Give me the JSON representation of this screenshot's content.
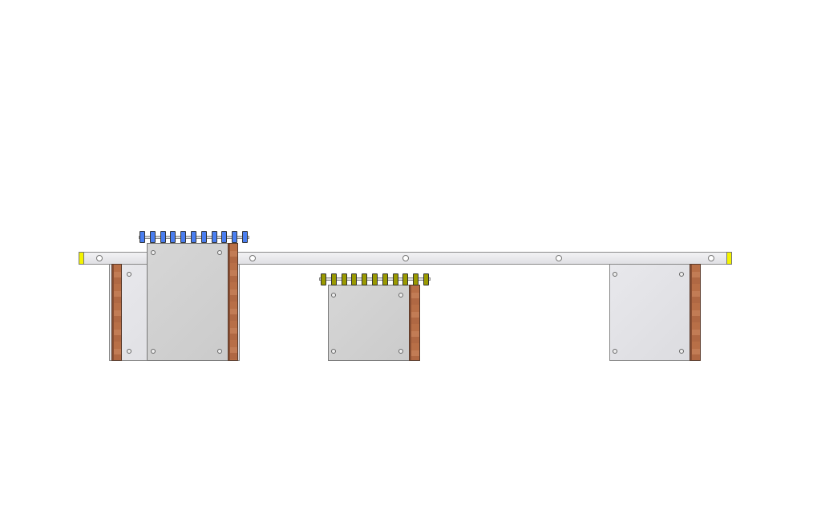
{
  "colors": {
    "beam": "#e6e6ea",
    "end_cap": "#f4f400",
    "blue_rollers": "#4a7ef0",
    "olive_rollers": "#9a9a00",
    "wood": "#b86f47"
  },
  "assemblies": {
    "left_roller_count": 11,
    "middle_roller_count": 11,
    "beam_hole_count": 5
  }
}
